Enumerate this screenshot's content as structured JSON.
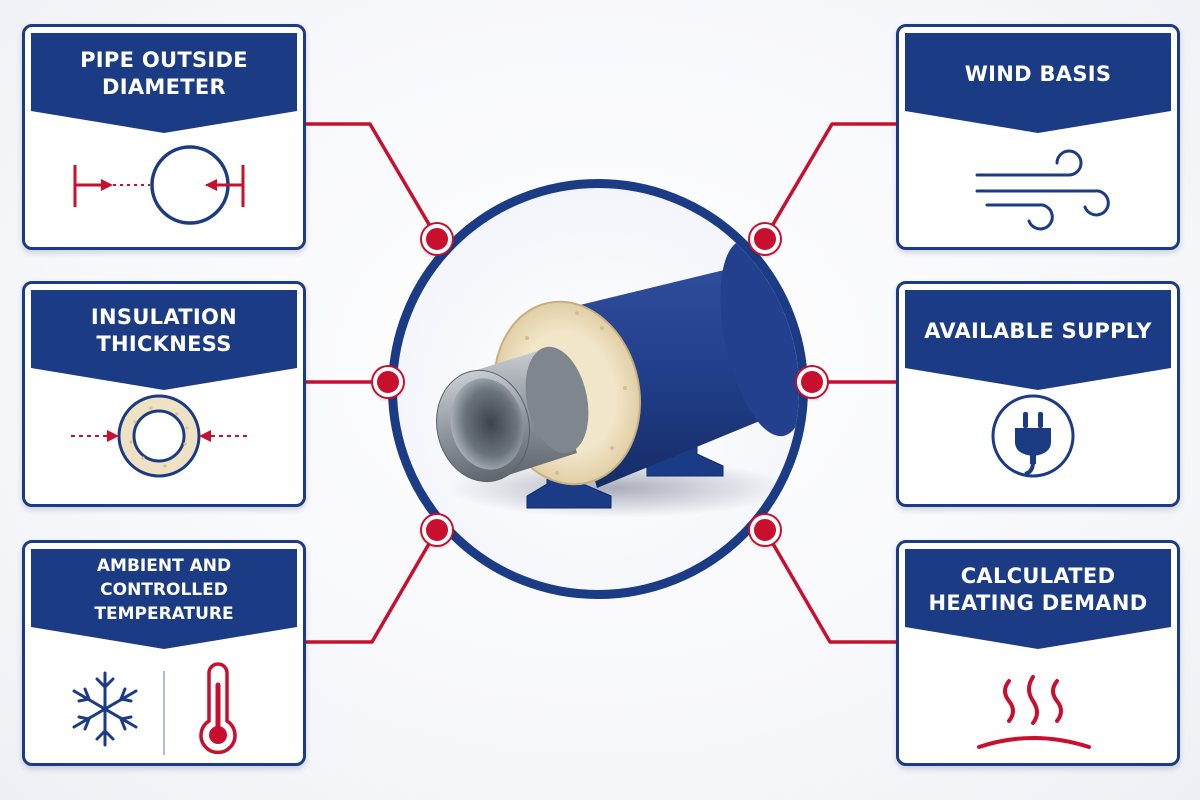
{
  "colors": {
    "navy": "#1b3c85",
    "red": "#c8102e",
    "insulation": "#efe2c4",
    "steel": "#8e959c"
  },
  "cards": [
    {
      "id": "pipe-outside-diameter",
      "title": "PIPE OUTSIDE\nDIAMETER",
      "icon": "pipe-diameter-icon"
    },
    {
      "id": "insulation-thickness",
      "title": "INSULATION\nTHICKNESS",
      "icon": "insulation-ring-icon"
    },
    {
      "id": "ambient-controlled-temperature",
      "title": "AMBIENT AND\nCONTROLLED TEMPERATURE",
      "icon": "snowflake-thermometer-icon"
    },
    {
      "id": "wind-basis",
      "title": "WIND BASIS",
      "icon": "wind-icon"
    },
    {
      "id": "available-supply",
      "title": "AVAILABLE SUPPLY",
      "icon": "power-plug-icon"
    },
    {
      "id": "calculated-heating-demand",
      "title": "CALCULATED\nHEATING DEMAND",
      "icon": "heat-waves-icon"
    }
  ],
  "center": {
    "icon": "insulated-pipe-illustration"
  }
}
